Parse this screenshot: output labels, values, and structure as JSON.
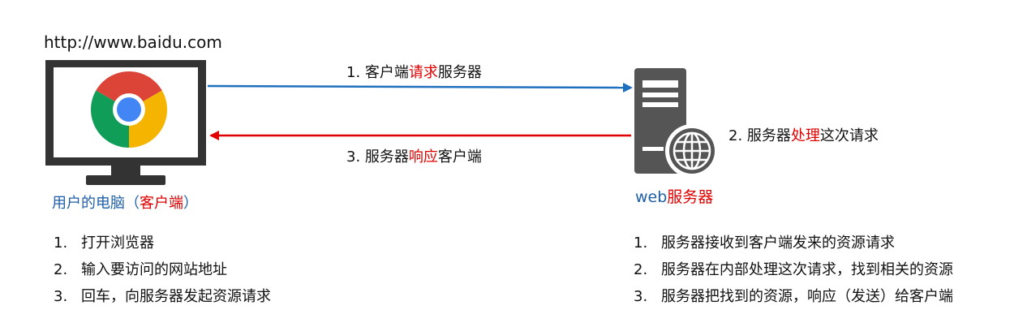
{
  "url": "http://www.baidu.com",
  "client": {
    "label_main": "用户的电脑（",
    "label_red": "客户端",
    "label_end": "）"
  },
  "server": {
    "label_prefix": "web",
    "label_red": "服务器"
  },
  "arrows": {
    "request": {
      "a": "1. 客户端",
      "b": "请求",
      "c": "服务器",
      "color": "#1f6fbf"
    },
    "response": {
      "a": "3. 服务器",
      "b": "响应",
      "c": "客户端",
      "color": "#e00000"
    }
  },
  "process": {
    "a": "2. 服务器",
    "b": "处理",
    "c": "这次请求"
  },
  "left_steps": [
    {
      "num": "1.",
      "text": "打开浏览器"
    },
    {
      "num": "2.",
      "text": "输入要访问的网站地址"
    },
    {
      "num": "3.",
      "text": "回车，向服务器发起资源请求"
    }
  ],
  "right_steps": [
    {
      "num": "1.",
      "text": "服务器接收到客户端发来的资源请求"
    },
    {
      "num": "2.",
      "text": "服务器在内部处理这次请求，找到相关的资源"
    },
    {
      "num": "3.",
      "text": "服务器把找到的资源，响应（发送）给客户端"
    }
  ],
  "colors": {
    "accent_red": "#e00000",
    "caption_blue": "#1f5fa8",
    "monitor": "#333333",
    "server_gray": "#555555"
  }
}
